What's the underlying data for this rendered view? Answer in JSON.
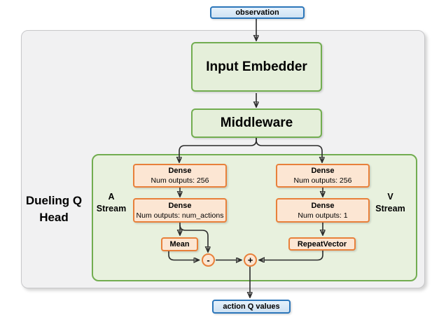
{
  "nodes": {
    "observation": {
      "label": "observation"
    },
    "input_embedder": {
      "label": "Input Embedder"
    },
    "middleware": {
      "label": "Middleware"
    },
    "a_dense_1": {
      "label": "Dense",
      "detail": "Num outputs: 256"
    },
    "a_dense_2": {
      "label": "Dense",
      "detail": "Num outputs: num_actions"
    },
    "mean": {
      "label": "Mean"
    },
    "v_dense_1": {
      "label": "Dense",
      "detail": "Num outputs: 256"
    },
    "v_dense_2": {
      "label": "Dense",
      "detail": "Num outputs: 1"
    },
    "repeat_vector": {
      "label": "RepeatVector"
    },
    "subtract_op": {
      "label": "-"
    },
    "add_op": {
      "label": "+"
    },
    "action_q_values": {
      "label": "action Q values"
    }
  },
  "labels": {
    "dueling_q_head": "Dueling Q Head",
    "a_stream": "A Stream",
    "v_stream": "V Stream"
  },
  "colors": {
    "blue_border": "#2b76ba",
    "blue_fill_top": "#e6f1fb",
    "blue_fill_bot": "#cfe2f3",
    "green_border": "#72ad50",
    "green_fill": "#e5efda",
    "green_panel_fill": "#e8f1de",
    "orange_border": "#e8803a",
    "orange_fill": "#fce6d3",
    "gray_panel_fill": "#f1f1f2",
    "gray_panel_border": "#c8c8ca",
    "arrow": "#2a2a2a"
  }
}
